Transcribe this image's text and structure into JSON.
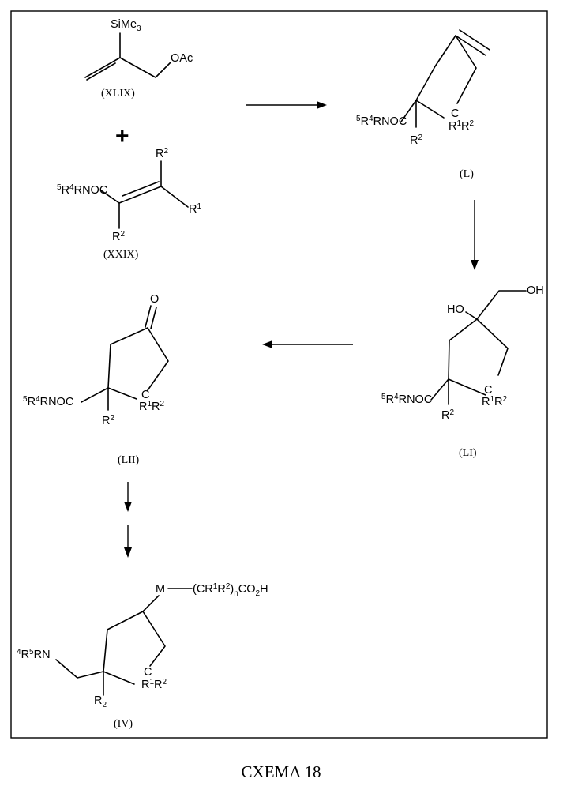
{
  "scheme_title": "CXEMA 18",
  "plus_sign": "+",
  "compounds": {
    "xlix": {
      "label": "(XLIX)",
      "tms": {
        "a": "SiMe",
        "b": "3"
      },
      "oac": "OAc"
    },
    "xxix": {
      "label": "(XXIX)",
      "amide": {
        "a": "5",
        "b": "R",
        "c": "4",
        "d": "RNOC"
      },
      "r2_top": {
        "a": "R",
        "b": "2"
      },
      "r1": {
        "a": "R",
        "b": "1"
      },
      "r2_bottom": {
        "a": "R",
        "b": "2"
      }
    },
    "l": {
      "label": "(L)",
      "amide": {
        "a": "5",
        "b": "R",
        "c": "4",
        "d": "RNOC"
      },
      "ring_c": "C",
      "cr1r2": {
        "a": "R",
        "b": "1",
        "c": "R",
        "d": "2"
      },
      "r2": {
        "a": "R",
        "b": "2"
      }
    },
    "li": {
      "label": "(LI)",
      "ho": "HO",
      "oh": "OH",
      "amide": {
        "a": "5",
        "b": "R",
        "c": "4",
        "d": "RNOC"
      },
      "ring_c": "C",
      "cr1r2": {
        "a": "R",
        "b": "1",
        "c": "R",
        "d": "2"
      },
      "r2": {
        "a": "R",
        "b": "2"
      }
    },
    "lii": {
      "label": "(LII)",
      "oxygen": "O",
      "amide": {
        "a": "5",
        "b": "R",
        "c": "4",
        "d": "RNOC"
      },
      "ring_c": "C",
      "cr1r2": {
        "a": "R",
        "b": "1",
        "c": "R",
        "d": "2"
      },
      "r2": {
        "a": "R",
        "b": "2"
      }
    },
    "iv": {
      "label": "(IV)",
      "m": "M",
      "chain": {
        "a": "(CR",
        "b": "1",
        "c": "R",
        "d": "2",
        "e": ")",
        "f": "n",
        "g": "CO",
        "h": "2",
        "i": "H"
      },
      "amine": {
        "a": "4",
        "b": "R",
        "c": "5",
        "d": "RN"
      },
      "ring_c": "C",
      "cr1r2": {
        "a": "R",
        "b": "1",
        "c": "R",
        "d": "2"
      },
      "r2": {
        "a": "R",
        "b": "2"
      }
    }
  }
}
